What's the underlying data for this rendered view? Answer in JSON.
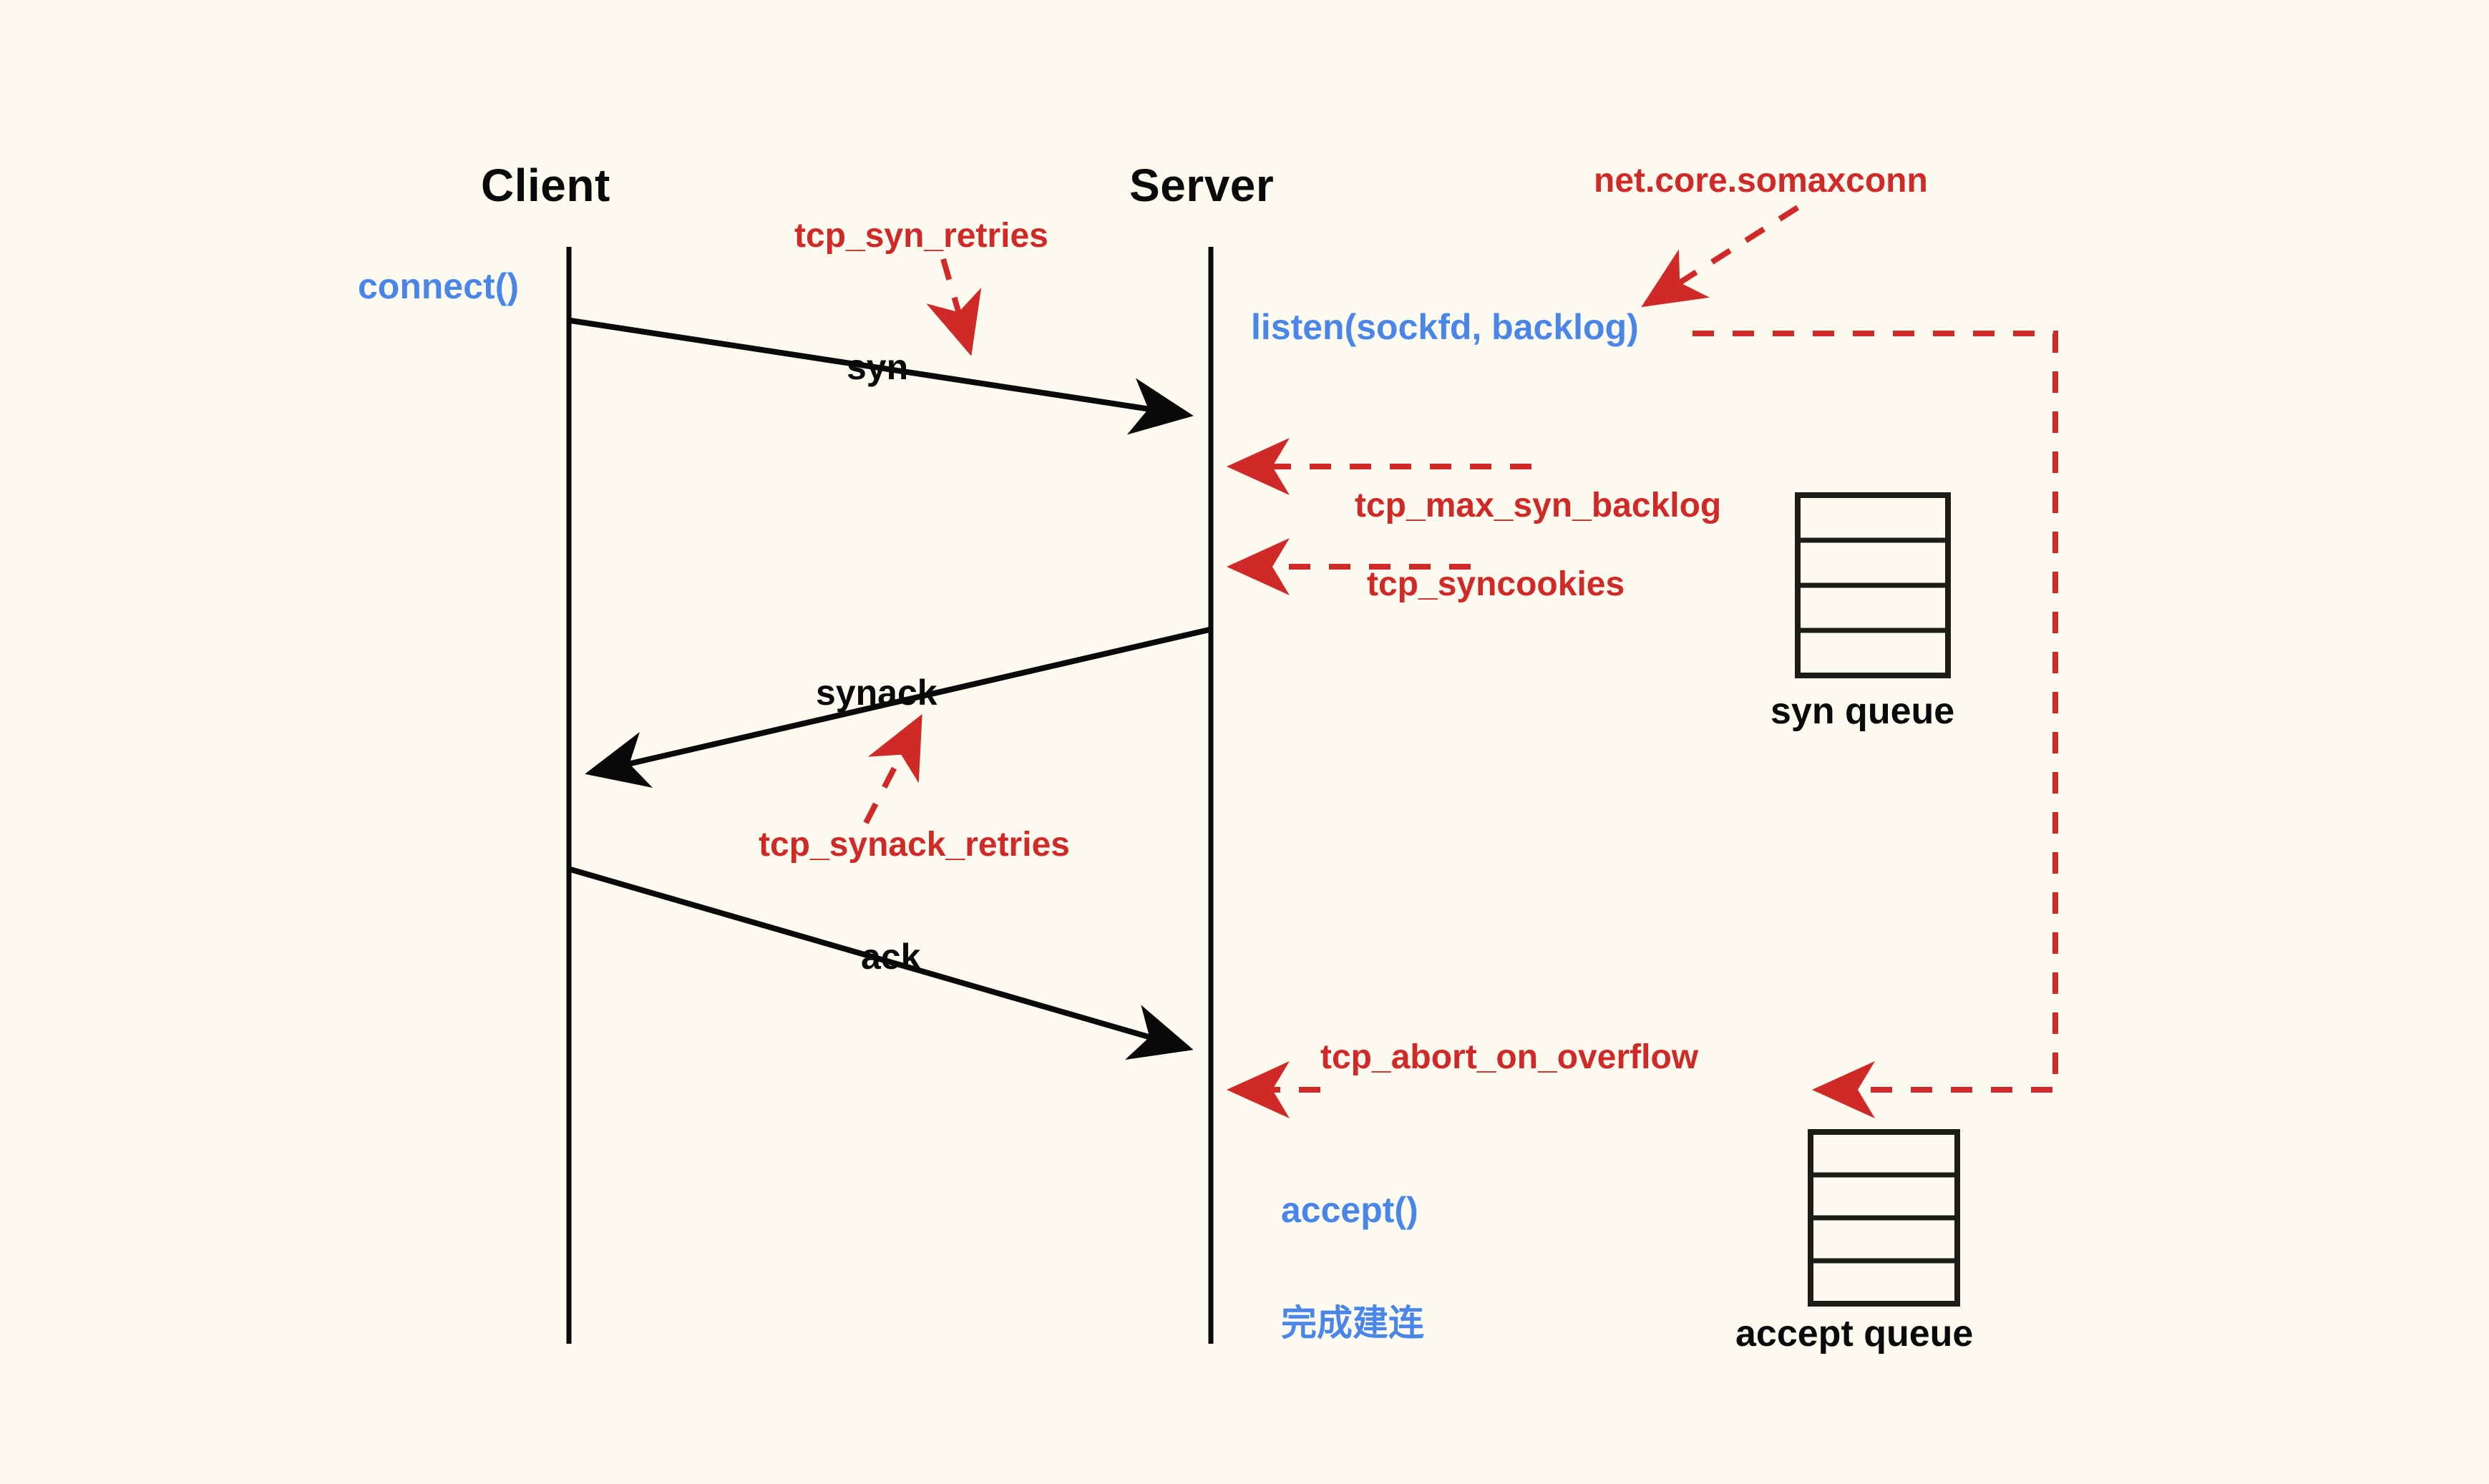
{
  "diagram": {
    "title_client": "Client",
    "title_server": "Server",
    "colors": {
      "background": "#fdfaef",
      "ink": "#0a0a0a",
      "accent_blue": "#4a86e8",
      "accent_red": "#cf2a28"
    },
    "actors": [
      {
        "name": "client",
        "label": "Client"
      },
      {
        "name": "server",
        "label": "Server"
      }
    ],
    "messages": [
      {
        "name": "syn",
        "label": "syn",
        "direction": "client-to-server"
      },
      {
        "name": "synack",
        "label": "synack",
        "direction": "server-to-client"
      },
      {
        "name": "ack",
        "label": "ack",
        "direction": "client-to-server"
      }
    ],
    "api_calls": [
      {
        "name": "connect",
        "label": "connect()",
        "side": "client"
      },
      {
        "name": "listen",
        "label": "listen(sockfd, backlog)",
        "side": "server"
      },
      {
        "name": "accept",
        "label": "accept()",
        "side": "server"
      },
      {
        "name": "established",
        "label": "完成建连",
        "side": "server"
      }
    ],
    "kernel_params": [
      {
        "name": "tcp-syn-retries",
        "label": "tcp_syn_retries"
      },
      {
        "name": "net-core-somaxconn",
        "label": "net.core.somaxconn"
      },
      {
        "name": "tcp-max-syn-backlog",
        "label": "tcp_max_syn_backlog"
      },
      {
        "name": "tcp-syncookies",
        "label": "tcp_syncookies"
      },
      {
        "name": "tcp-synack-retries",
        "label": "tcp_synack_retries"
      },
      {
        "name": "tcp-abort-on-overflow",
        "label": "tcp_abort_on_overflow"
      }
    ],
    "queues": [
      {
        "name": "syn-queue",
        "label": "syn queue",
        "slots": 4
      },
      {
        "name": "accept-queue",
        "label": "accept queue",
        "slots": 4
      }
    ]
  }
}
